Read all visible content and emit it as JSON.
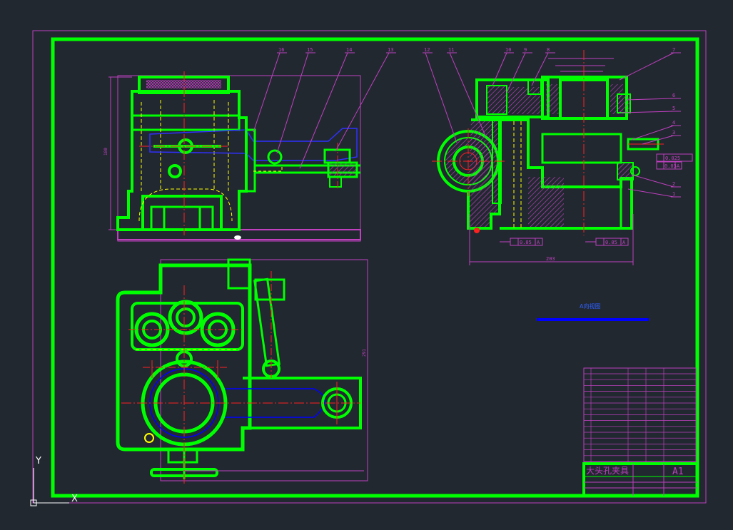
{
  "ucs": {
    "y_label": "Y",
    "x_label": "X"
  },
  "balloons": [
    "16",
    "15",
    "14",
    "13",
    "12",
    "11",
    "10",
    "9",
    "8",
    "7",
    "6",
    "5",
    "4",
    "3",
    "2",
    "1"
  ],
  "tolerances": {
    "flatness": "0.025",
    "perp": "0.03",
    "datum": "A",
    "bottom_left": "0.05",
    "bottom_right": "0.05"
  },
  "dims": {
    "width_side": "203",
    "height_front": "180",
    "height_top": "291"
  },
  "view_label": "A向视图",
  "title_block": {
    "title": "大头孔夹具",
    "sheet": "A1"
  },
  "colors": {
    "background": "#212830",
    "outline": "#00ff00",
    "border_thin": "#c040c0",
    "hatch": "#c040c0",
    "center_line": "#ff2020",
    "hidden_line": "#ffff00",
    "blue": "#0000ff",
    "table_text": "#c040c0"
  }
}
